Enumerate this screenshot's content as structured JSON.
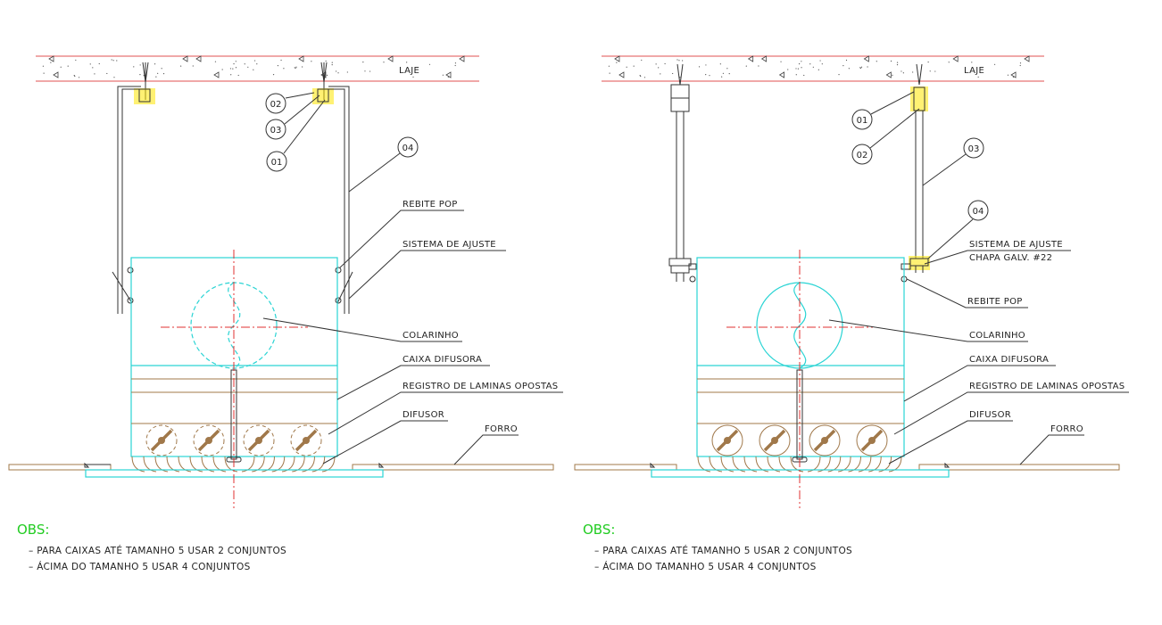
{
  "colors": {
    "slab_line": "#e05050",
    "box_line": "#2ad4d4",
    "damper_line": "#a0784a",
    "highlight": "#ffe600",
    "obs_text": "#22cc22",
    "center_line": "#e03030"
  },
  "left_detail": {
    "slab_label": "LAJE",
    "callouts": [
      "02",
      "03",
      "01",
      "04"
    ],
    "labels": {
      "rebite": "REBITE POP",
      "ajuste": "SISTEMA DE AJUSTE",
      "colarinho": "COLARINHO",
      "caixa": "CAIXA DIFUSORA",
      "registro": "REGISTRO DE LAMINAS OPOSTAS",
      "difusor": "DIFUSOR",
      "forro": "FORRO"
    },
    "obs_title": "OBS:",
    "notes": [
      "– PARA CAIXAS ATÉ TAMANHO 5 USAR 2 CONJUNTOS",
      "– ÁCIMA DO TAMANHO 5 USAR 4 CONJUNTOS"
    ]
  },
  "right_detail": {
    "slab_label": "LAJE",
    "callouts": [
      "01",
      "02",
      "03",
      "04"
    ],
    "labels": {
      "ajuste": "SISTEMA DE AJUSTE",
      "chapa": "CHAPA GALV. #22",
      "rebite": "REBITE POP",
      "colarinho": "COLARINHO",
      "caixa": "CAIXA DIFUSORA",
      "registro": "REGISTRO DE LAMINAS OPOSTAS",
      "difusor": "DIFUSOR",
      "forro": "FORRO"
    },
    "obs_title": "OBS:",
    "notes": [
      "– PARA CAIXAS ATÉ TAMANHO 5 USAR 2 CONJUNTOS",
      "– ÁCIMA DO TAMANHO 5 USAR 4 CONJUNTOS"
    ]
  }
}
